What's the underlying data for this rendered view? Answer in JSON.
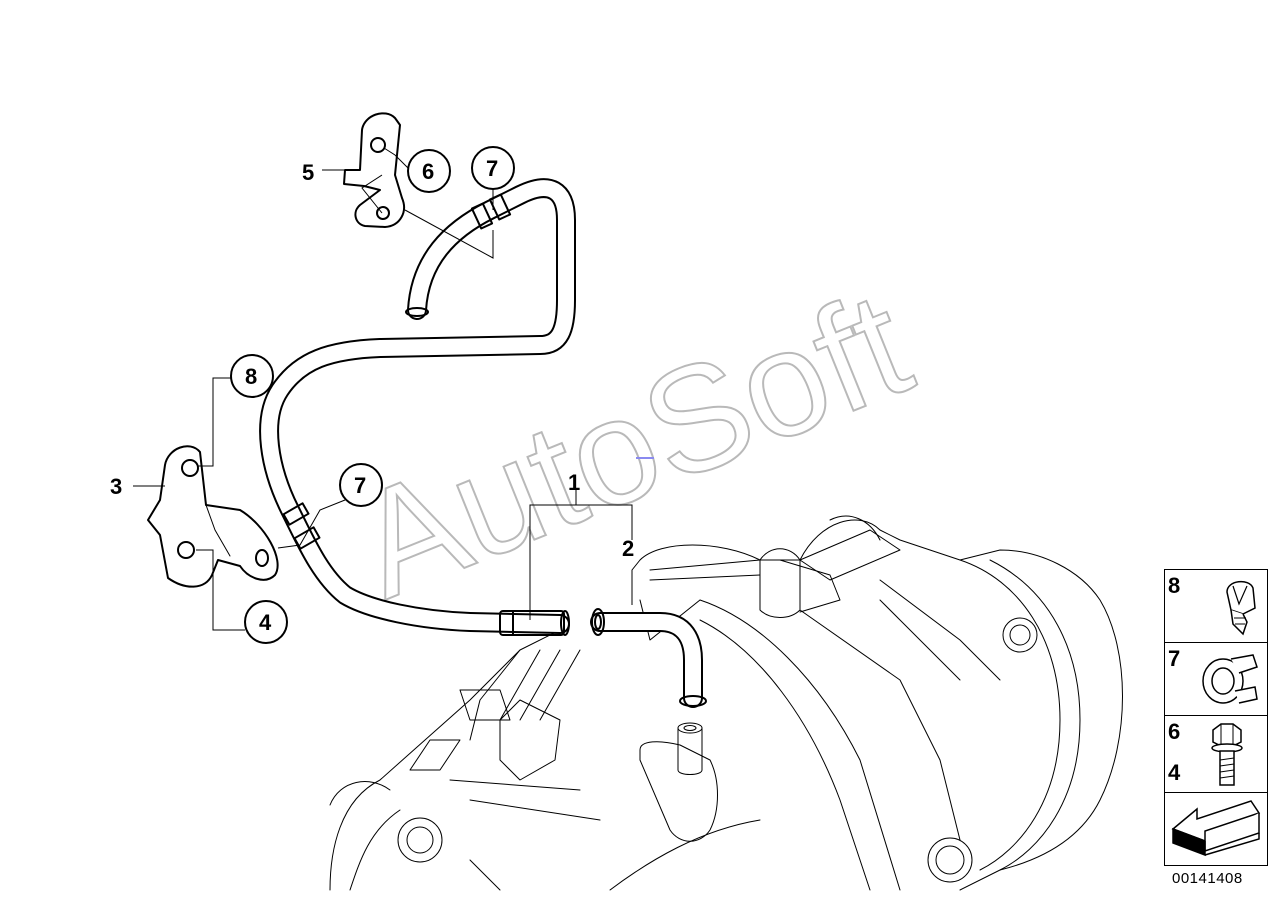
{
  "watermark": "AutoSoft",
  "callouts": {
    "c1": "1",
    "c2": "2",
    "c3": "3",
    "c4": "4",
    "c5": "5",
    "c6": "6",
    "c7a": "7",
    "c7b": "7",
    "c8": "8"
  },
  "legend": {
    "items": [
      {
        "numbers": "8",
        "icon": "clip-icon"
      },
      {
        "numbers": "7",
        "icon": "hose-clamp-icon"
      },
      {
        "numbers": "6",
        "numbers2": "4",
        "icon": "hex-bolt-icon"
      },
      {
        "numbers": "",
        "icon": "arrow-icon"
      }
    ]
  },
  "catalog_number": "00141408"
}
